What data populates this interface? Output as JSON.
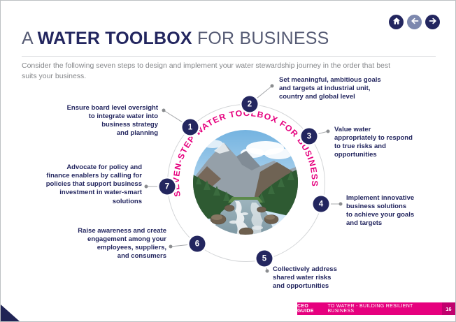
{
  "header": {
    "title_prefix": "A",
    "title_main": "WATER TOOLBOX",
    "title_suffix": "FOR BUSINESS",
    "intro": "Consider the following seven steps to design and implement your water stewardship journey in the order that best\nsuits your business."
  },
  "nav": {
    "icons": [
      "home-icon",
      "arrow-left-icon",
      "arrow-right-icon"
    ]
  },
  "diagram": {
    "ring_label": "SEVEN-STEP WATER TOOLBOX FOR BUSINESS",
    "steps": [
      {
        "number": "1",
        "text": "Ensure board level oversight\nto integrate water into\nbusiness strategy\nand planning"
      },
      {
        "number": "2",
        "text": "Set meaningful, ambitious goals\nand targets at industrial unit,\ncountry and global level"
      },
      {
        "number": "3",
        "text": "Value water\nappropriately to respond\nto true risks and\nopportunities"
      },
      {
        "number": "4",
        "text": "Implement innovative\nbusiness solutions\nto achieve your goals\nand targets"
      },
      {
        "number": "5",
        "text": "Collectively address\nshared water risks\nand opportunities"
      },
      {
        "number": "6",
        "text": "Raise awareness and create\nengagement among your\nemployees, suppliers,\nand consumers"
      },
      {
        "number": "7",
        "text": "Advocate for policy and\nfinance enablers by calling for\npolicies that support business\ninvestment in water-smart\nsolutions"
      }
    ]
  },
  "footer": {
    "label_bold": "CEO GUIDE",
    "label_rest": "TO WATER - BUILDING RESILIENT BUSINESS",
    "page_number": "16"
  },
  "colors": {
    "navy": "#23265f",
    "pink": "#e6007e",
    "text_gray": "#85878a",
    "ring_gray": "#d4d6d8"
  }
}
